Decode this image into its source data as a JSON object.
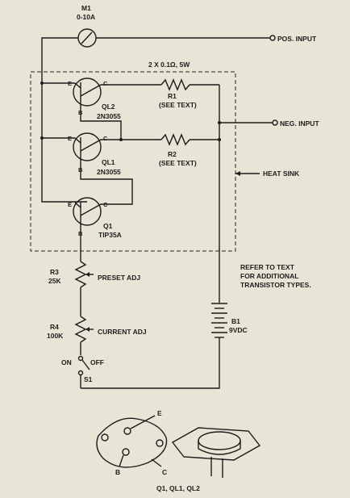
{
  "meter": {
    "ref": "M1",
    "range": "0-10A"
  },
  "terminals": {
    "pos": "POS. INPUT",
    "neg": "NEG. INPUT"
  },
  "resistor_rating": "2 X 0.1Ω, 5W",
  "r1": {
    "ref": "R1",
    "note": "(SEE TEXT)"
  },
  "r2": {
    "ref": "R2",
    "note": "(SEE TEXT)"
  },
  "ql2": {
    "ref": "QL2",
    "part": "2N3055"
  },
  "ql1": {
    "ref": "QL1",
    "part": "2N3055"
  },
  "q1": {
    "ref": "Q1",
    "part": "TIP35A"
  },
  "pins": {
    "e": "E",
    "b": "B",
    "c": "C"
  },
  "heat_sink": "HEAT SINK",
  "refer_note": [
    "REFER TO TEXT",
    "FOR ADDITIONAL",
    "TRANSISTOR TYPES."
  ],
  "r3": {
    "ref": "R3",
    "value": "25K",
    "label": "PRESET ADJ"
  },
  "r4": {
    "ref": "R4",
    "value": "100K",
    "label": "CURRENT ADJ"
  },
  "switch": {
    "ref": "S1",
    "on": "ON",
    "off": "OFF"
  },
  "battery": {
    "ref": "B1",
    "value": "9VDC"
  },
  "package": {
    "e": "E",
    "b": "B",
    "c": "C",
    "caption": "Q1, QL1, QL2"
  }
}
